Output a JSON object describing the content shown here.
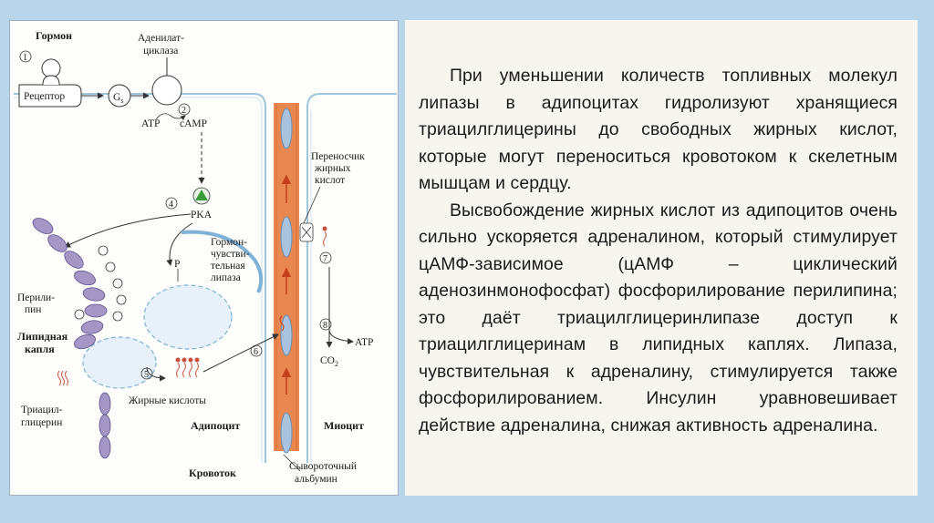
{
  "diagram": {
    "labels": {
      "hormone": "Гормон",
      "adenylate_cyclase_1": "Аденилат-",
      "adenylate_cyclase_2": "циклаза",
      "receptor": "Рецептор",
      "gs": "G",
      "gs_sub": "s",
      "atp_top": "ATP",
      "camp": "cAMP",
      "pka": "PKA",
      "transporter_1": "Переносчик",
      "transporter_2": "жирных",
      "transporter_3": "кислот",
      "hsl_1": "Гормон-",
      "hsl_2": "чувстви-",
      "hsl_3": "тельная",
      "hsl_4": "липаза",
      "perilipin_1": "Перили-",
      "perilipin_2": "пин",
      "lipid_droplet_1": "Липидная",
      "lipid_droplet_2": "капля",
      "triacyl_1": "Триацил-",
      "triacyl_2": "глицерин",
      "fatty_acids": "Жирные кислоты",
      "adipocyte": "Адипоцит",
      "myocyte": "Миоцит",
      "bloodstream": "Кровоток",
      "albumin_1": "Сывороточный",
      "albumin_2": "альбумин",
      "atp_right": "ATP",
      "co2": "CO",
      "co2_sub": "2",
      "phosphate": "P"
    },
    "steps": [
      "1",
      "2",
      "4",
      "5",
      "6",
      "7",
      "8"
    ],
    "colors": {
      "membrane": "#9ec6da",
      "perilipin": "#a497c6",
      "vessel": "#e8874f",
      "vessel_arrow": "#c43f1b",
      "albumin": "#a9c2dd",
      "pka": "#3b9b3b"
    }
  },
  "text": {
    "paragraph_1": "При уменьшении количеств топливных молекул липазы в адипоцитах гидролизуют хранящиеся триацилглицерины до свободных жирных кислот, которые могут переноситься кровотоком к скелетным мышцам и сердцу.",
    "paragraph_2": "Высвобождение жирных кислот из адипоцитов очень сильно ускоряется адреналином, который стимулирует цАМФ-зависимое (цАМФ – циклический аденозинмонофосфат) фосфорилирование перилипина; это даёт триацилглицеринлипазе доступ к триацилглицеринам в липидных каплях. Липаза, чувствительная к адреналину, стимулируется также фосфорилированием. Инсулин уравновешивает действие адреналина, снижая активность адреналина."
  }
}
